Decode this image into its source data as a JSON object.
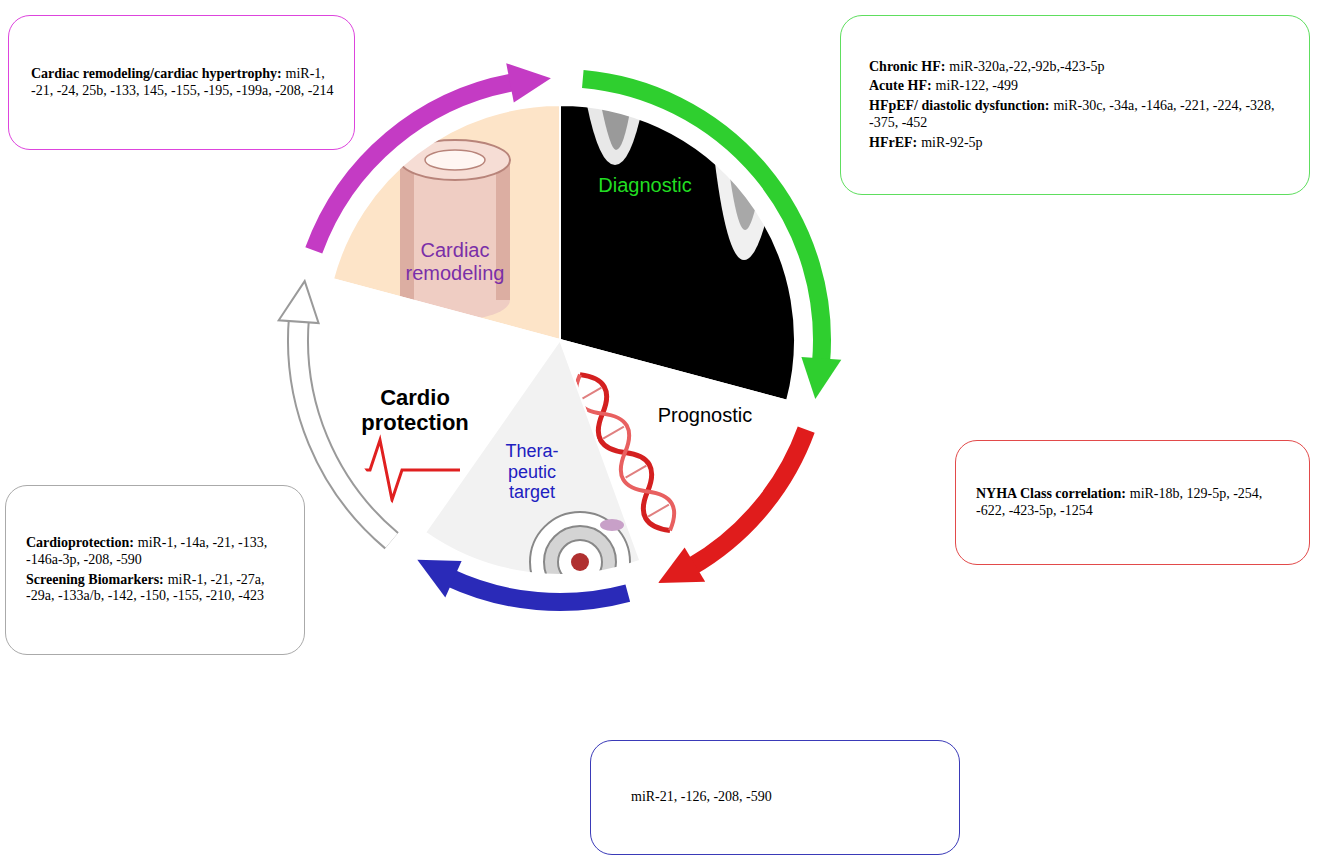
{
  "diagram": {
    "nodes": [
      {
        "text": [
          "Cardiac remodeling/cardiac hypertrophy:",
          "miR-1, -21, -24, 25b, -133, 145, -155, -195, -199a, -208, -214"
        ]
      },
      {
        "text": [
          "Chronic HF:",
          "miR-320a,-22,-92b,-423-5p",
          "Acute HF:",
          "miR-122, -499",
          "HFpEF/ diastolic dysfunction:",
          "miR-30c, -34a, -146a, -221, -224, -328, -375, -452",
          "HFrEF:",
          "miR-92-5p"
        ]
      },
      {
        "text": [
          "Cardiac remodeling"
        ]
      },
      {
        "text": [
          "Diagnostic"
        ]
      },
      {
        "text": [
          "Prognostic"
        ]
      },
      {
        "text": [
          "Cardio protection"
        ]
      },
      {
        "text": [
          "Thera-peutic target"
        ]
      },
      {
        "text": [
          "NYHA Class correlation:",
          "miR-18b, 129-5p, -254, -622, -423-5p, -1254"
        ]
      },
      {
        "text": [
          "Cardioprotection:",
          "miR-1, -14a, -21, -133, -146a-3p, -208, -590",
          "Screening Biomarkers:",
          "miR-1, -21, -27a, -29a, -133a/b, -142, -150, -155, -210, -423"
        ]
      },
      {
        "text": [
          "miR-21, -126, -208, -590"
        ]
      }
    ],
    "edges": [
      {
        "from": 2,
        "to": 3,
        "arrow": "to"
      },
      {
        "from": 3,
        "to": 4,
        "arrow": "to"
      },
      {
        "from": 4,
        "to": 6,
        "arrow": "to"
      },
      {
        "from": 6,
        "to": 5,
        "arrow": "to"
      },
      {
        "from": 5,
        "to": 2,
        "arrow": "to"
      }
    ]
  }
}
